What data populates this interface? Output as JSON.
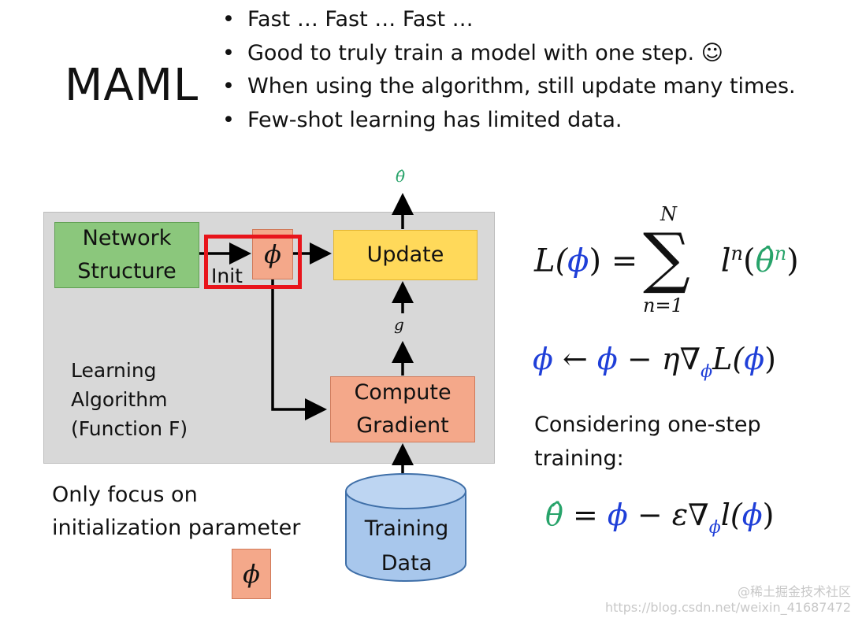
{
  "title": "MAML",
  "bullets": [
    "Fast … Fast … Fast …",
    "Good to truly train a model with one step. ☺",
    "When using the algorithm, still update many times.",
    "Few-shot learning has limited data."
  ],
  "diagram": {
    "network_structure": [
      "Network",
      "Structure"
    ],
    "phi": "ϕ",
    "init": "Init",
    "update": "Update",
    "compute_gradient": [
      "Compute",
      "Gradient"
    ],
    "learning_algorithm": [
      "Learning",
      "Algorithm",
      "(Function F)"
    ],
    "g": "g",
    "theta_hat": "θ̂",
    "training_data": [
      "Training",
      "Data"
    ]
  },
  "focus_text": [
    "Only focus on",
    "initialization parameter"
  ],
  "formulas": {
    "loss": {
      "lhs": "L(ϕ) = ",
      "sigma": "∑",
      "upper": "N",
      "lower": "n=1",
      "rhs_l": "l",
      "rhs_sup": "n",
      "rhs_arg": "θ̂",
      "rhs_arg_sup": "n"
    },
    "update_rule": {
      "phi": "ϕ",
      "arrow": " ← ",
      "minus": " − η∇",
      "sub": "ϕ",
      "tail": "L(",
      "close": ")"
    },
    "one_step": {
      "theta": "θ̂",
      "eq": " = ",
      "phi": "ϕ",
      "minus": " − ε∇",
      "sub": "ϕ",
      "tail": "l(",
      "close": ")"
    }
  },
  "considering_text": [
    "Considering one-step",
    "training:"
  ],
  "watermark": [
    "@稀土掘金技术社区",
    "https://blog.csdn.net/weixin_41687472"
  ],
  "colors": {
    "green_box": "#8bc77c",
    "update_box": "#ffd95a",
    "orange_box": "#f4a88a",
    "red_frame": "#e8141b",
    "cylinder": "#a8c7ec",
    "phi_blue": "#1f3fd8",
    "theta_green": "#27a36a"
  }
}
